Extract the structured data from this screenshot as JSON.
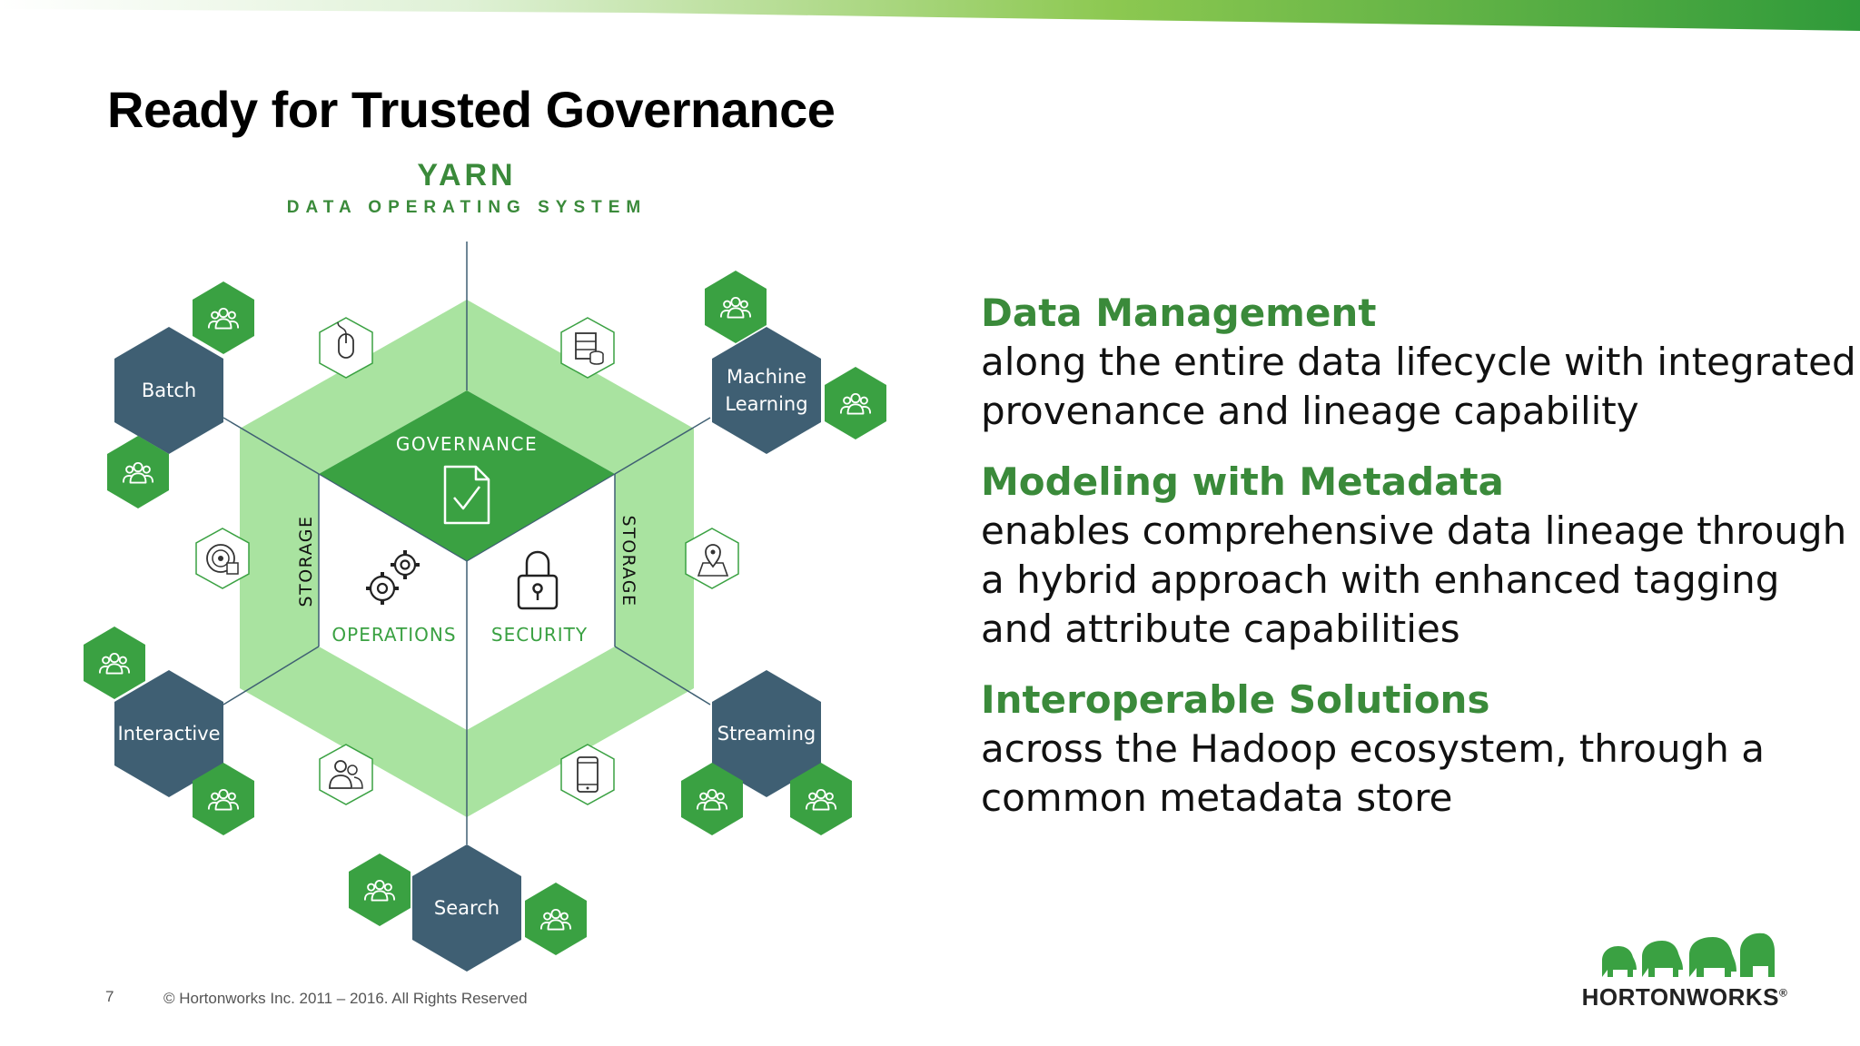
{
  "slide": {
    "title": "Ready for Trusted Governance",
    "page_number": "7",
    "copyright": "© Hortonworks Inc. 2011 – 2016. All Rights Reserved"
  },
  "diagram": {
    "title": "YARN",
    "subtitle": "DATA OPERATING SYSTEM",
    "center_labels": {
      "governance": "GOVERNANCE",
      "operations": "OPERATIONS",
      "security": "SECURITY",
      "storage_left": "STORAGE",
      "storage_right": "STORAGE"
    },
    "workloads": {
      "batch": "Batch",
      "machine_learning_line1": "Machine",
      "machine_learning_line2": "Learning",
      "interactive": "Interactive",
      "streaming": "Streaming",
      "search": "Search"
    },
    "icons": [
      "mouse-icon",
      "database-icon",
      "radar-icon",
      "map-pin-icon",
      "users-icon",
      "mobile-icon",
      "user-group-icon",
      "gears-icon",
      "lock-icon",
      "document-check-icon"
    ]
  },
  "content": {
    "blocks": [
      {
        "heading": "Data Management",
        "line1": "along the entire data lifecycle with integrated",
        "line2": "provenance and lineage capability",
        "line3": ""
      },
      {
        "heading": "Modeling with Metadata",
        "line1": "enables comprehensive data lineage through",
        "line2": "a hybrid approach with enhanced tagging",
        "line3": "and attribute capabilities"
      },
      {
        "heading": "Interoperable Solutions",
        "line1": "across the Hadoop ecosystem, through a",
        "line2": "common metadata store",
        "line3": ""
      }
    ]
  },
  "logo": {
    "text": "HORTONWORKS",
    "trademark": "®"
  },
  "colors": {
    "green_dark": "#3aa142",
    "green_light": "#a9e3a0",
    "green_text": "#3a8a3a",
    "slate": "#3f5f73"
  }
}
